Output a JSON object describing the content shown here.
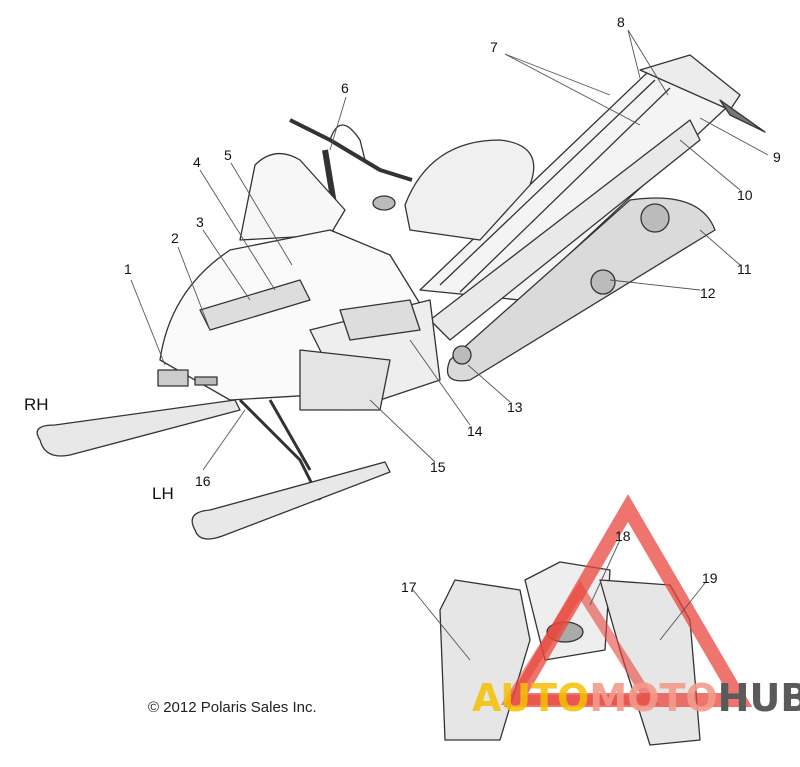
{
  "side_labels": {
    "right": "RH",
    "left": "LH"
  },
  "copyright": "© 2012 Polaris Sales Inc.",
  "callouts": [
    "1",
    "2",
    "3",
    "4",
    "5",
    "6",
    "7",
    "8",
    "9",
    "10",
    "11",
    "12",
    "13",
    "14",
    "15",
    "16",
    "17",
    "18",
    "19"
  ],
  "watermark": {
    "text": [
      "AUTO",
      "MOTO",
      "HUB"
    ],
    "colors": [
      "#f5c000",
      "#f29a8a",
      "#5a5a5a"
    ],
    "triangle_color": "#e8453c"
  },
  "colors": {
    "line": "#333333",
    "leader": "#555555"
  }
}
